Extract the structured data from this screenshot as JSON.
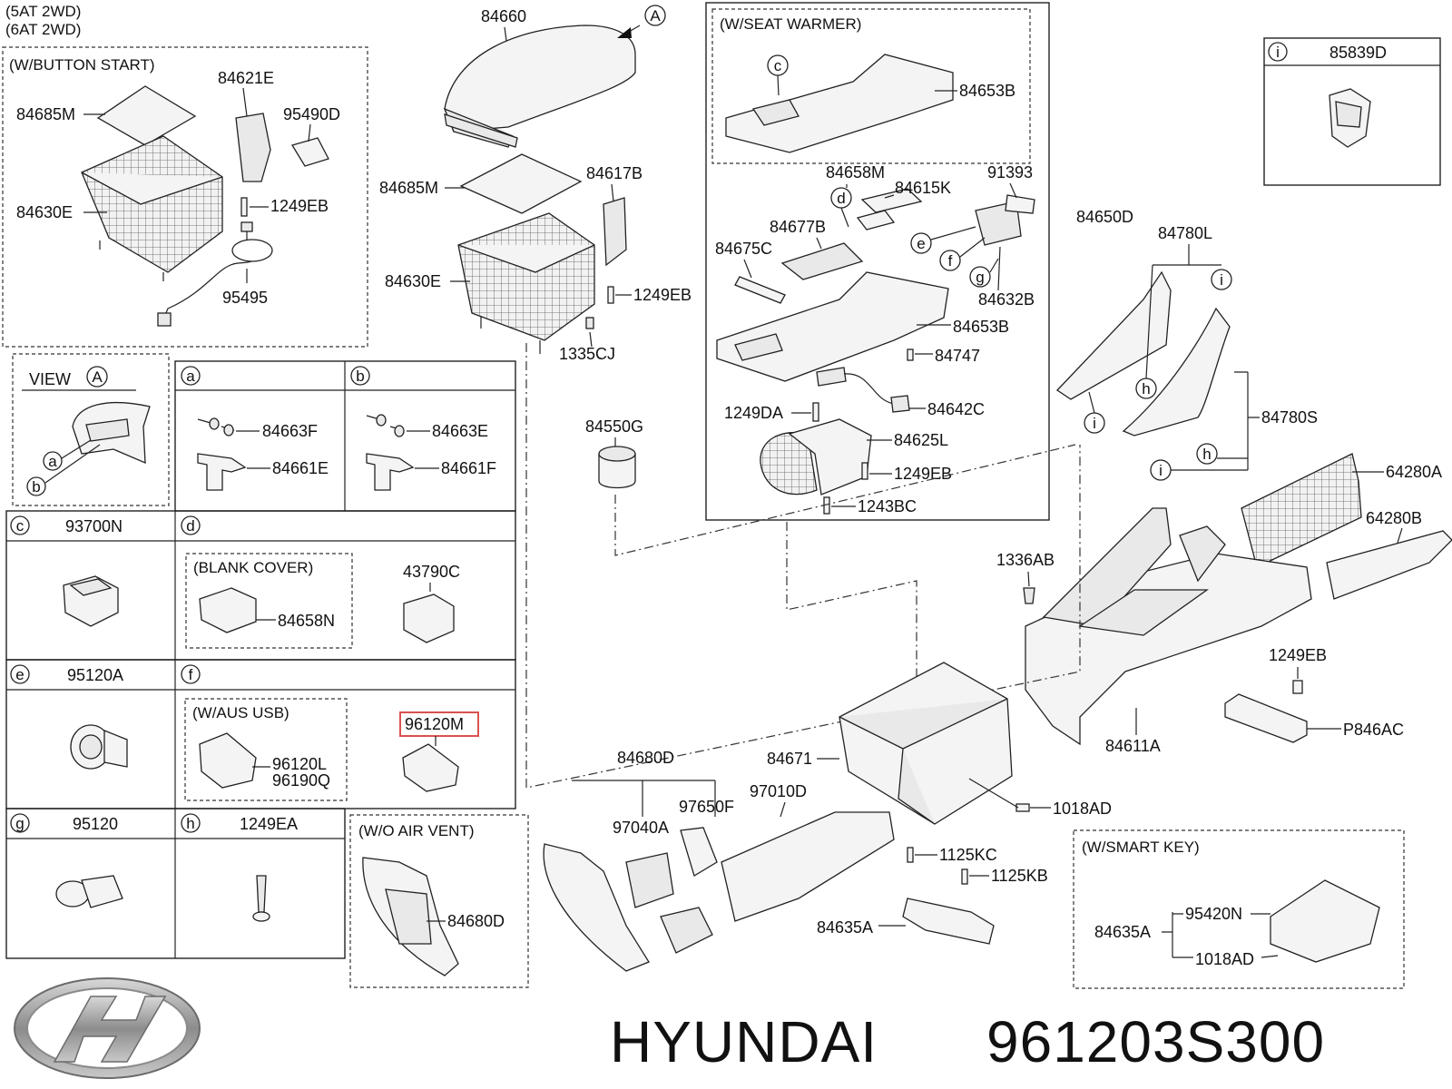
{
  "header": {
    "line1": "(5AT 2WD)",
    "line2": "(6AT 2WD)"
  },
  "groups": {
    "button_start": "(W/BUTTON START)",
    "seat_warmer": "(W/SEAT WARMER)",
    "blank_cover": "(BLANK COVER)",
    "aus_usb": "(W/AUS  USB)",
    "wo_air_vent": "(W/O AIR VENT)",
    "smart_key": "(W/SMART KEY)",
    "view_a": "VIEW"
  },
  "callouts": {
    "A": "A",
    "a": "a",
    "b": "b",
    "c": "c",
    "d": "d",
    "e": "e",
    "f": "f",
    "g": "g",
    "h": "h",
    "i": "i"
  },
  "parts": {
    "p84660": "84660",
    "p84621E": "84621E",
    "p84685M_a": "84685M",
    "p95490D": "95490D",
    "p84630E_a": "84630E",
    "p1249EB_a": "1249EB",
    "p95495": "95495",
    "p84685M_b": "84685M",
    "p84617B": "84617B",
    "p84630E_b": "84630E",
    "p1249EB_b": "1249EB",
    "p1335CJ": "1335CJ",
    "p84653B_a": "84653B",
    "p84658M": "84658M",
    "p91393": "91393",
    "p84615K": "84615K",
    "p84677B": "84677B",
    "p84675C": "84675C",
    "p84632B": "84632B",
    "p84653B_b": "84653B",
    "p84747": "84747",
    "p1249DA": "1249DA",
    "p84642C": "84642C",
    "p84625L": "84625L",
    "p1249EB_c": "1249EB",
    "p1243BC": "1243BC",
    "p84550G": "84550G",
    "p85839D": "85839D",
    "p84650D": "84650D",
    "p84780L": "84780L",
    "p84780S": "84780S",
    "p64280A": "64280A",
    "p64280B": "64280B",
    "p1336AB": "1336AB",
    "p1249EB_d": "1249EB",
    "pP846AC": "P846AC",
    "p84611A": "84611A",
    "p84671": "84671",
    "p84680D_a": "84680D",
    "p97040A": "97040A",
    "p97650F": "97650F",
    "p97010D": "97010D",
    "p1018AD_a": "1018AD",
    "p1125KC": "1125KC",
    "p1125KB": "1125KB",
    "p84635A_a": "84635A",
    "p84635A_b": "84635A",
    "p95420N": "95420N",
    "p1018AD_b": "1018AD",
    "p84680D_b": "84680D",
    "p84663F_a": "84663F",
    "p84661E": "84661E",
    "p84663E": "84663E",
    "p84661F": "84661F",
    "p93700N": "93700N",
    "p43790C": "43790C",
    "p84658N": "84658N",
    "p95120A": "95120A",
    "p96120L": "96120L",
    "p96190Q": "96190Q",
    "p96120M": "96120M",
    "p95120": "95120",
    "p1249EA": "1249EA"
  },
  "footer": {
    "brand": "HYUNDAI",
    "part_number": "961203S300"
  },
  "colors": {
    "highlight": "#d9534f",
    "line": "#222222",
    "logo": "#9a9a9a"
  }
}
